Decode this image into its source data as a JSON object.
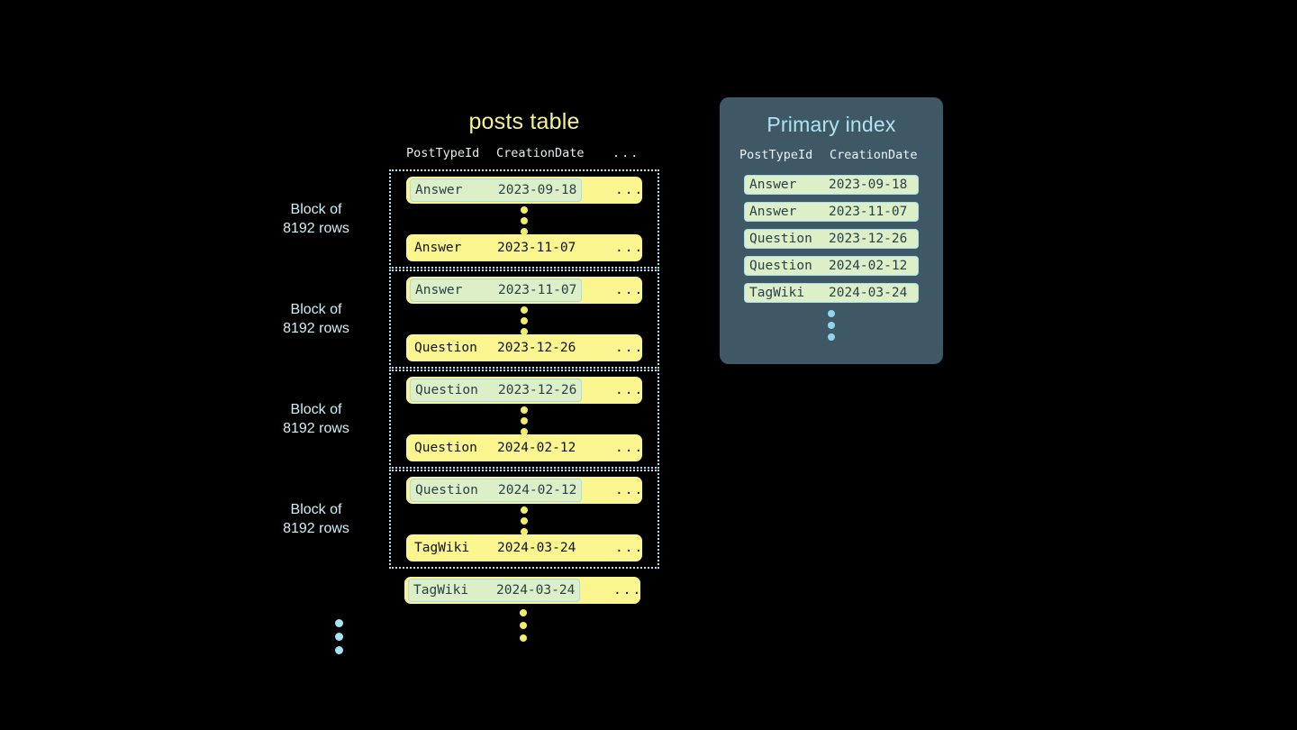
{
  "posts_table": {
    "title": "posts table",
    "columns": [
      "PostTypeId",
      "CreationDate",
      "..."
    ],
    "ellipsis_cell": "...",
    "blocks": [
      {
        "label": "Block of\n8192 rows",
        "first_row": {
          "post_type_id": "Answer",
          "creation_date": "2023-09-18",
          "highlighted": true
        },
        "last_row": {
          "post_type_id": "Answer",
          "creation_date": "2023-11-07",
          "highlighted": false
        }
      },
      {
        "label": "Block of\n8192 rows",
        "first_row": {
          "post_type_id": "Answer",
          "creation_date": "2023-11-07",
          "highlighted": true
        },
        "last_row": {
          "post_type_id": "Question",
          "creation_date": "2023-12-26",
          "highlighted": false
        }
      },
      {
        "label": "Block of\n8192 rows",
        "first_row": {
          "post_type_id": "Question",
          "creation_date": "2023-12-26",
          "highlighted": true
        },
        "last_row": {
          "post_type_id": "Question",
          "creation_date": "2024-02-12",
          "highlighted": false
        }
      },
      {
        "label": "Block of\n8192 rows",
        "first_row": {
          "post_type_id": "Question",
          "creation_date": "2024-02-12",
          "highlighted": true
        },
        "last_row": {
          "post_type_id": "TagWiki",
          "creation_date": "2024-03-24",
          "highlighted": false
        }
      }
    ],
    "tail_row": {
      "post_type_id": "TagWiki",
      "creation_date": "2024-03-24",
      "highlighted": true
    }
  },
  "primary_index": {
    "title": "Primary index",
    "columns": [
      "PostTypeId",
      "CreationDate"
    ],
    "rows": [
      {
        "post_type_id": "Answer",
        "creation_date": "2023-09-18"
      },
      {
        "post_type_id": "Answer",
        "creation_date": "2023-11-07"
      },
      {
        "post_type_id": "Question",
        "creation_date": "2023-12-26"
      },
      {
        "post_type_id": "Question",
        "creation_date": "2024-02-12"
      },
      {
        "post_type_id": "TagWiki",
        "creation_date": "2024-03-24"
      }
    ]
  },
  "colors": {
    "background": "#000000",
    "row_yellow": "#FAF58E",
    "mark_green": "#DCEFC6",
    "accent_blue": "#AEE4F2",
    "panel_slate": "#3E5866",
    "title_yellow": "#F5F58C",
    "dot_yellow": "#F2EC6B"
  }
}
